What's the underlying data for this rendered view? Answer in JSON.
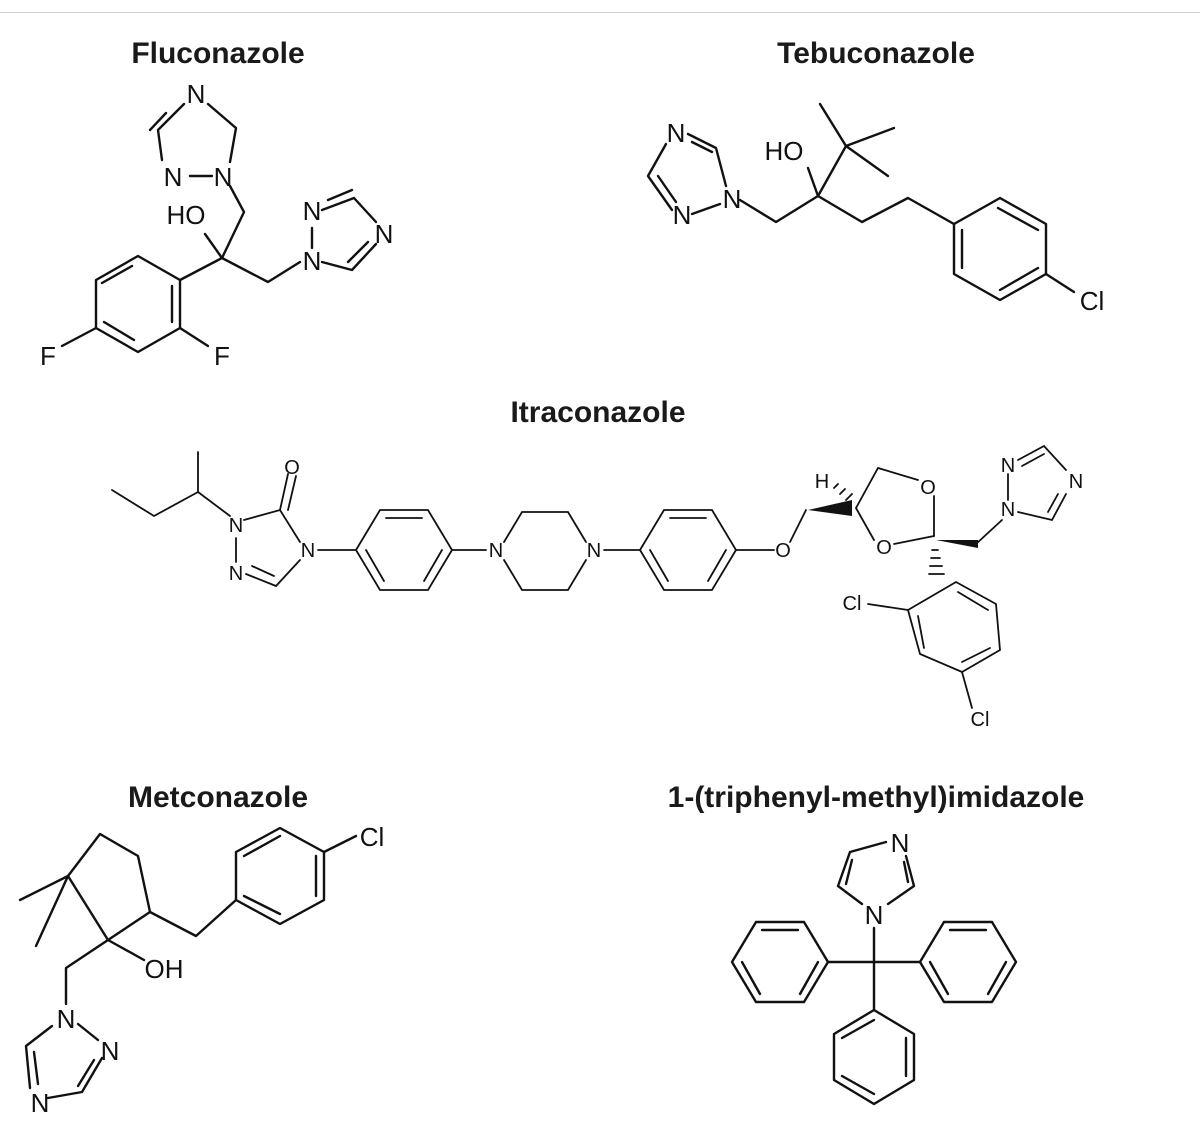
{
  "molecules": {
    "fluconazole": {
      "title": "Fluconazole",
      "atoms": {
        "n1": "N",
        "n2": "N",
        "n3": "N",
        "ho": "HO",
        "n4": "N",
        "n5": "N",
        "n6": "N",
        "f1": "F",
        "f2": "F"
      }
    },
    "tebuconazole": {
      "title": "Tebuconazole",
      "atoms": {
        "n1": "N",
        "n2": "N",
        "n3": "N",
        "ho": "HO",
        "cl": "Cl"
      }
    },
    "itraconazole": {
      "title": "Itraconazole",
      "atoms": {
        "o_carbonyl": "O",
        "n1": "N",
        "n2": "N",
        "n3": "N",
        "n_pip1": "N",
        "n_pip2": "N",
        "o_ether": "O",
        "h": "H",
        "o_ring1": "O",
        "o_ring2": "O",
        "cl1": "Cl",
        "cl2": "Cl",
        "tn1": "N",
        "tn2": "N",
        "tn3": "N"
      }
    },
    "metconazole": {
      "title": "Metconazole",
      "atoms": {
        "cl": "Cl",
        "oh": "OH",
        "n1": "N",
        "n2": "N",
        "n3": "N"
      }
    },
    "tritylimidazole": {
      "title": "1-(triphenyl-methyl)imidazole",
      "atoms": {
        "n1": "N",
        "n2": "N"
      }
    }
  }
}
